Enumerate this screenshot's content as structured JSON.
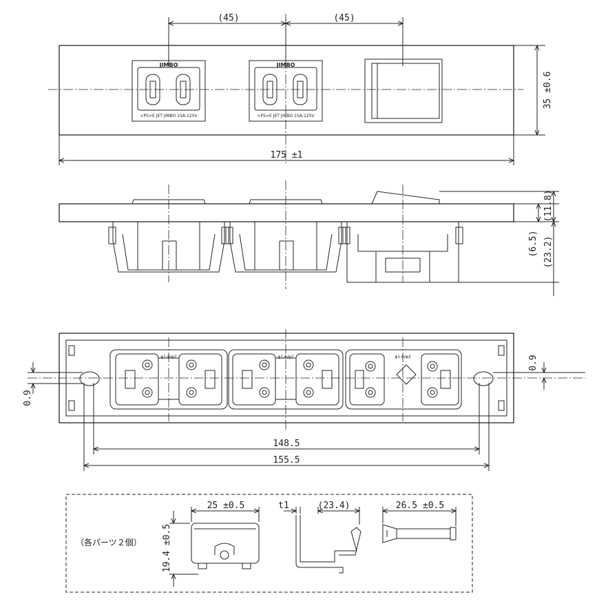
{
  "top_view": {
    "pitch_left": "(45)",
    "pitch_right": "(45)",
    "height": "35 ±0.6",
    "width": "175 ±1",
    "outlet_brand": "JIMBO",
    "outlet_rating": "<PS>E JET JIMBO 15A-125V"
  },
  "side_view": {
    "dim_top": "(11.8)",
    "dim_mid": "(6.5)",
    "dim_total": "(23.2)"
  },
  "back_view": {
    "offset_left": "0.9",
    "offset_right": "0.9",
    "hole_pitch": "148.5",
    "overall": "155.5",
    "terminal_mark": "φ1.6/φ2"
  },
  "parts": {
    "note": "（各パーツ２個）",
    "frame_width": "25 ±0.5",
    "frame_height": "19.4 ±0.5",
    "bracket_thickness": "t1",
    "bracket_length": "(23.4)",
    "screw_length": "26.5 ±0.5"
  }
}
